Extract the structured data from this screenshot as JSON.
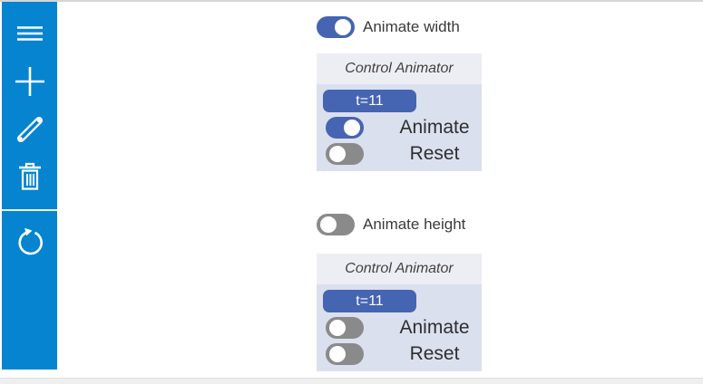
{
  "colors": {
    "sidebar_blue": "#0684d0",
    "toggle_on_blue": "#4565b2",
    "toggle_off_gray": "#8a8a8a",
    "panel_header_bg": "#ededf4",
    "panel_body_bg": "#dbe0ef",
    "badge_bg": "#4565b2",
    "badge_text": "#ffffff"
  },
  "sidebar": {
    "tools": [
      {
        "name": "menu-icon"
      },
      {
        "name": "add-icon"
      },
      {
        "name": "pen-icon"
      },
      {
        "name": "delete-icon"
      },
      {
        "name": "undo-icon"
      }
    ]
  },
  "main": {
    "sections": [
      {
        "toggle_label": "Animate width",
        "toggle_on": true,
        "panel": {
          "title": "Control Animator",
          "badge": "t=11",
          "controls": [
            {
              "label": "Animate",
              "on": true
            },
            {
              "label": "Reset",
              "on": false
            }
          ]
        }
      },
      {
        "toggle_label": "Animate height",
        "toggle_on": false,
        "panel": {
          "title": "Control Animator",
          "badge": "t=11",
          "controls": [
            {
              "label": "Animate",
              "on": false
            },
            {
              "label": "Reset",
              "on": false
            }
          ]
        }
      }
    ]
  }
}
